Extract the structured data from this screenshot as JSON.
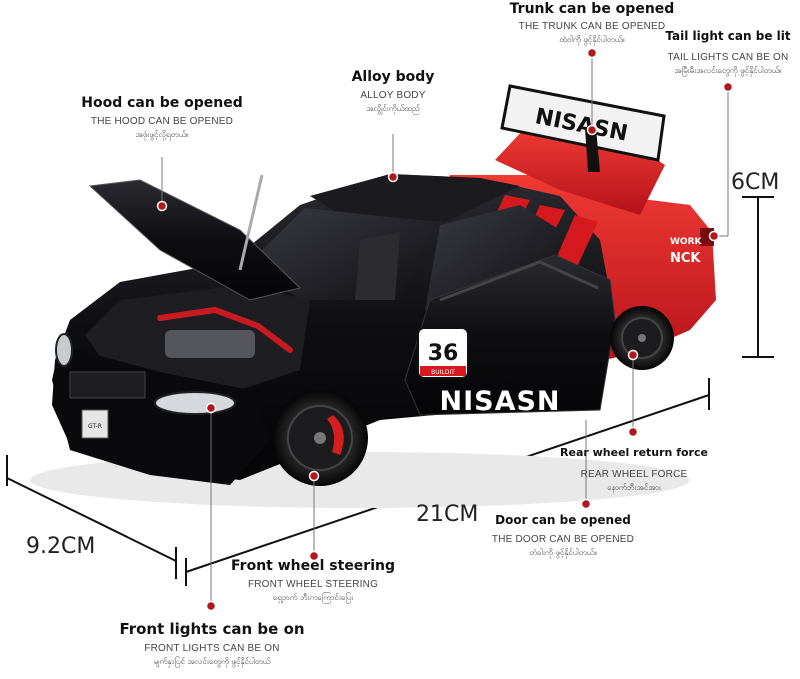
{
  "colors": {
    "body_black": "#0d0d10",
    "body_red": "#d41a1f",
    "dot_red": "#b3151b",
    "caliper_red": "#d3201e",
    "spoiler_white": "#f2f2f2",
    "number_plate_bg": "#ffffff"
  },
  "car": {
    "side_text": "NISASN",
    "spoiler_text": "NISASN",
    "race_number": "36",
    "number_sub": "BUILDIT",
    "sponsor_1": "WORK",
    "sponsor_2": "NCK",
    "plate_text": "GT-R"
  },
  "features": {
    "trunk": {
      "title": "Trunk can be opened",
      "subtitle": "THE TRUNK CAN BE OPENED",
      "note": "ထဲဝါကို ဖွင့်နိုင်ပါတယ်။"
    },
    "tail_light": {
      "title": "Tail light can be lit",
      "subtitle": "TAIL LIGHTS CAN BE ON",
      "note": "အမြီးမီးအလင်းတွေကို ဖွင့်နိုင်ပါတယ်။"
    },
    "alloy": {
      "title": "Alloy body",
      "subtitle": "ALLOY BODY",
      "note": "အလွိုင်းကိုယ်ထည်"
    },
    "hood": {
      "title": "Hood can be opened",
      "subtitle": "THE HOOD CAN BE OPENED",
      "note": "အဖုံးဖွင့်လို့ရတယ်။"
    },
    "rear_wheel": {
      "title": "Rear wheel return force",
      "subtitle": "REAR WHEEL FORCE",
      "note": "နောက်ဘီးအင်အား"
    },
    "door": {
      "title": "Door can be opened",
      "subtitle": "THE DOOR CAN BE OPENED",
      "note": "တံခါးကို ဖွင့်နိုင်ပါတယ်။"
    },
    "front_wheel": {
      "title": "Front wheel steering",
      "subtitle": "FRONT WHEEL STEERING",
      "note": "ရှေ့ဘက် ဘီးကကြောင်းပြေး"
    },
    "front_lights": {
      "title": "Front lights can be on",
      "subtitle": "FRONT LIGHTS CAN BE ON",
      "note": "မျက်နှာပြင် အလင်းတွေကို ဖွင့်နိုင်ပါတယ်"
    }
  },
  "dimensions": {
    "height": "6CM",
    "length": "21CM",
    "width": "9.2CM"
  }
}
